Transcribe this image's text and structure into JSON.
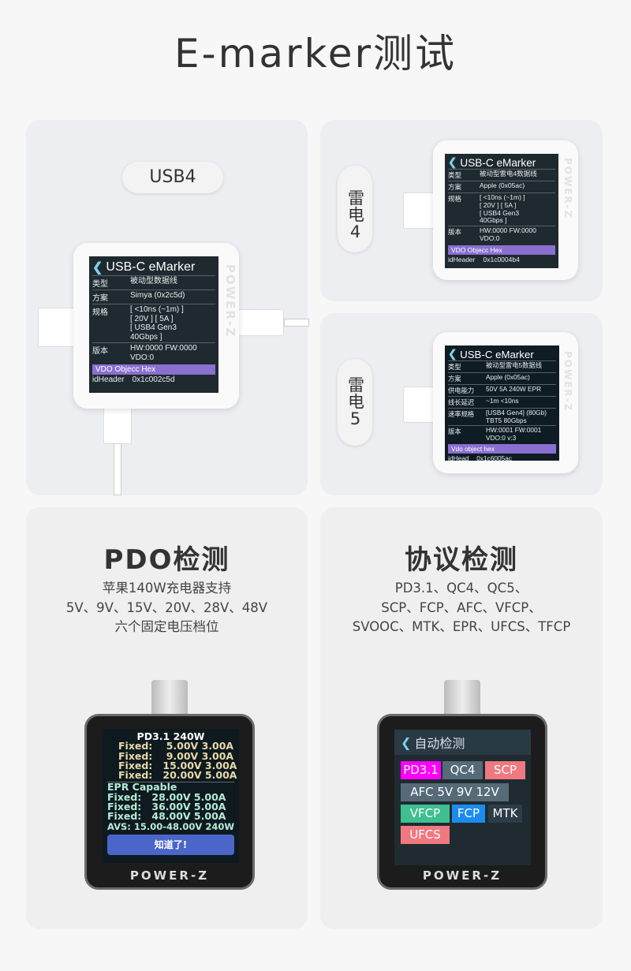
{
  "title": "E-marker测试",
  "usb4": {
    "label": "USB4",
    "screen": {
      "header": "USB-C eMarker",
      "rows": [
        {
          "k": "类型",
          "v": "被动型数据线"
        },
        {
          "k": "方案",
          "v": "Simya (0x2c5d)"
        },
        {
          "k": "规格",
          "v": "[ <10ns (~1m) ]\n[ 20V ] [ 5A ]\n[ USB4 Gen3\n40Gbps ]"
        },
        {
          "k": "版本",
          "v": "HW:0000 FW:0000\nVDO:0"
        }
      ],
      "hex": "VDO Objecc Hex",
      "id_k": "idHeader",
      "id_v": "0x1c002c5d"
    },
    "brand": "POWER-Z"
  },
  "tb4": {
    "label": "雷电4",
    "screen": {
      "header": "USB-C eMarker",
      "rows": [
        {
          "k": "类型",
          "v": "被动型雷电4数据线"
        },
        {
          "k": "方案",
          "v": "Apple (0x05ac)"
        },
        {
          "k": "规格",
          "v": "[ <10ns (~1m) ]\n[ 20V ] [ 5A ]\n[ USB4 Gen3\n40Gbps ]"
        },
        {
          "k": "版本",
          "v": "HW:0000 FW:0000\nVDO:0"
        }
      ],
      "hex": "VDO Objecc Hex",
      "id_k": "idHeader",
      "id_v": "0x1c0004b4"
    },
    "brand": "POWER-Z"
  },
  "tb5": {
    "label": "雷电5",
    "screen": {
      "header": "USB-C eMarker",
      "rows": [
        {
          "k": "类型",
          "v": "被动型雷电5数据线"
        },
        {
          "k": "方案",
          "v": "Apple (0x05ac)"
        },
        {
          "k": "供电能力",
          "v": "50V 5A 240W EPR"
        },
        {
          "k": "线长延迟",
          "v": "~1m <10ns"
        },
        {
          "k": "速率规格",
          "v": "[USB4 Gen4] (80Gb)\nTBT5 80Gbps"
        },
        {
          "k": "版本",
          "v": "HW:0001 FW:0001\nVDO:0 v:3"
        }
      ],
      "hex": "Vdo object hex",
      "id_k": "idHead",
      "id_v": "0x1c6005ac"
    },
    "brand": "POWER-Z"
  },
  "pdo": {
    "title": "PDO检测",
    "desc": [
      "苹果140W充电器支持",
      "5V、9V、15V、20V、28V、48V",
      "六个固定电压档位"
    ],
    "screen": {
      "header": "PD3.1 240W",
      "fixed": [
        "Fixed:    5.00V 3.00A",
        "Fixed:    9.00V 3.00A",
        "Fixed:   15.00V 3.00A",
        "Fixed:   20.00V 5.00A"
      ],
      "epr_title": "EPR Capable",
      "epr": [
        "Fixed:   28.00V 5.00A",
        "Fixed:   36.00V 5.00A",
        "Fixed:   48.00V 5.00A",
        "AVS: 15.00-48.00V 240W"
      ],
      "button": "知道了!"
    },
    "brand": "POWER-Z"
  },
  "proto": {
    "title": "协议检测",
    "desc": [
      "PD3.1、QC4、QC5、",
      "SCP、FCP、AFC、VFCP、",
      "SVOOC、MTK、EPR、UFCS、TFCP"
    ],
    "screen": {
      "header": "自动检测",
      "tags": [
        {
          "label": "PD3.1",
          "color": "#ff00ff"
        },
        {
          "label": "QC4",
          "color": "#566a78"
        },
        {
          "label": "SCP",
          "color": "#f07880"
        },
        {
          "label": "AFC  5V 9V 12V",
          "color": "#566a78"
        },
        {
          "label": "VFCP",
          "color": "#3fbf8f"
        },
        {
          "label": "FCP",
          "color": "#1a8cf0"
        },
        {
          "label": "MTK",
          "color": "#2c3c48"
        },
        {
          "label": "UFCS",
          "color": "#f07880"
        }
      ]
    },
    "brand": "POWER-Z"
  }
}
